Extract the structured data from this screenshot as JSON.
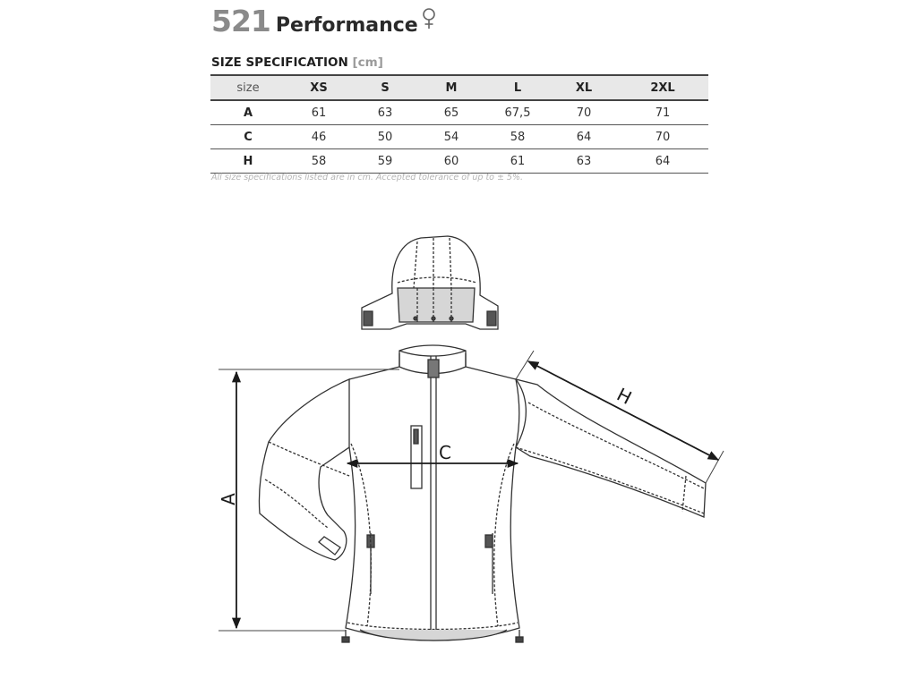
{
  "header": {
    "model_number": "521",
    "product_name": "Performance",
    "gender_symbol": "♀"
  },
  "spec": {
    "title": "SIZE SPECIFICATION",
    "unit": "[cm]",
    "columns": [
      "size",
      "XS",
      "S",
      "M",
      "L",
      "XL",
      "2XL"
    ],
    "rows": [
      {
        "label": "A",
        "values": [
          "61",
          "63",
          "65",
          "67,5",
          "70",
          "71"
        ]
      },
      {
        "label": "C",
        "values": [
          "46",
          "50",
          "54",
          "58",
          "64",
          "70"
        ]
      },
      {
        "label": "H",
        "values": [
          "58",
          "59",
          "60",
          "61",
          "63",
          "64"
        ]
      }
    ],
    "note": "All size specifications listed are in cm. Accepted tolerance of up to ± 5%."
  },
  "diagram": {
    "labels": {
      "a": "A",
      "c": "C",
      "h": "H"
    }
  }
}
